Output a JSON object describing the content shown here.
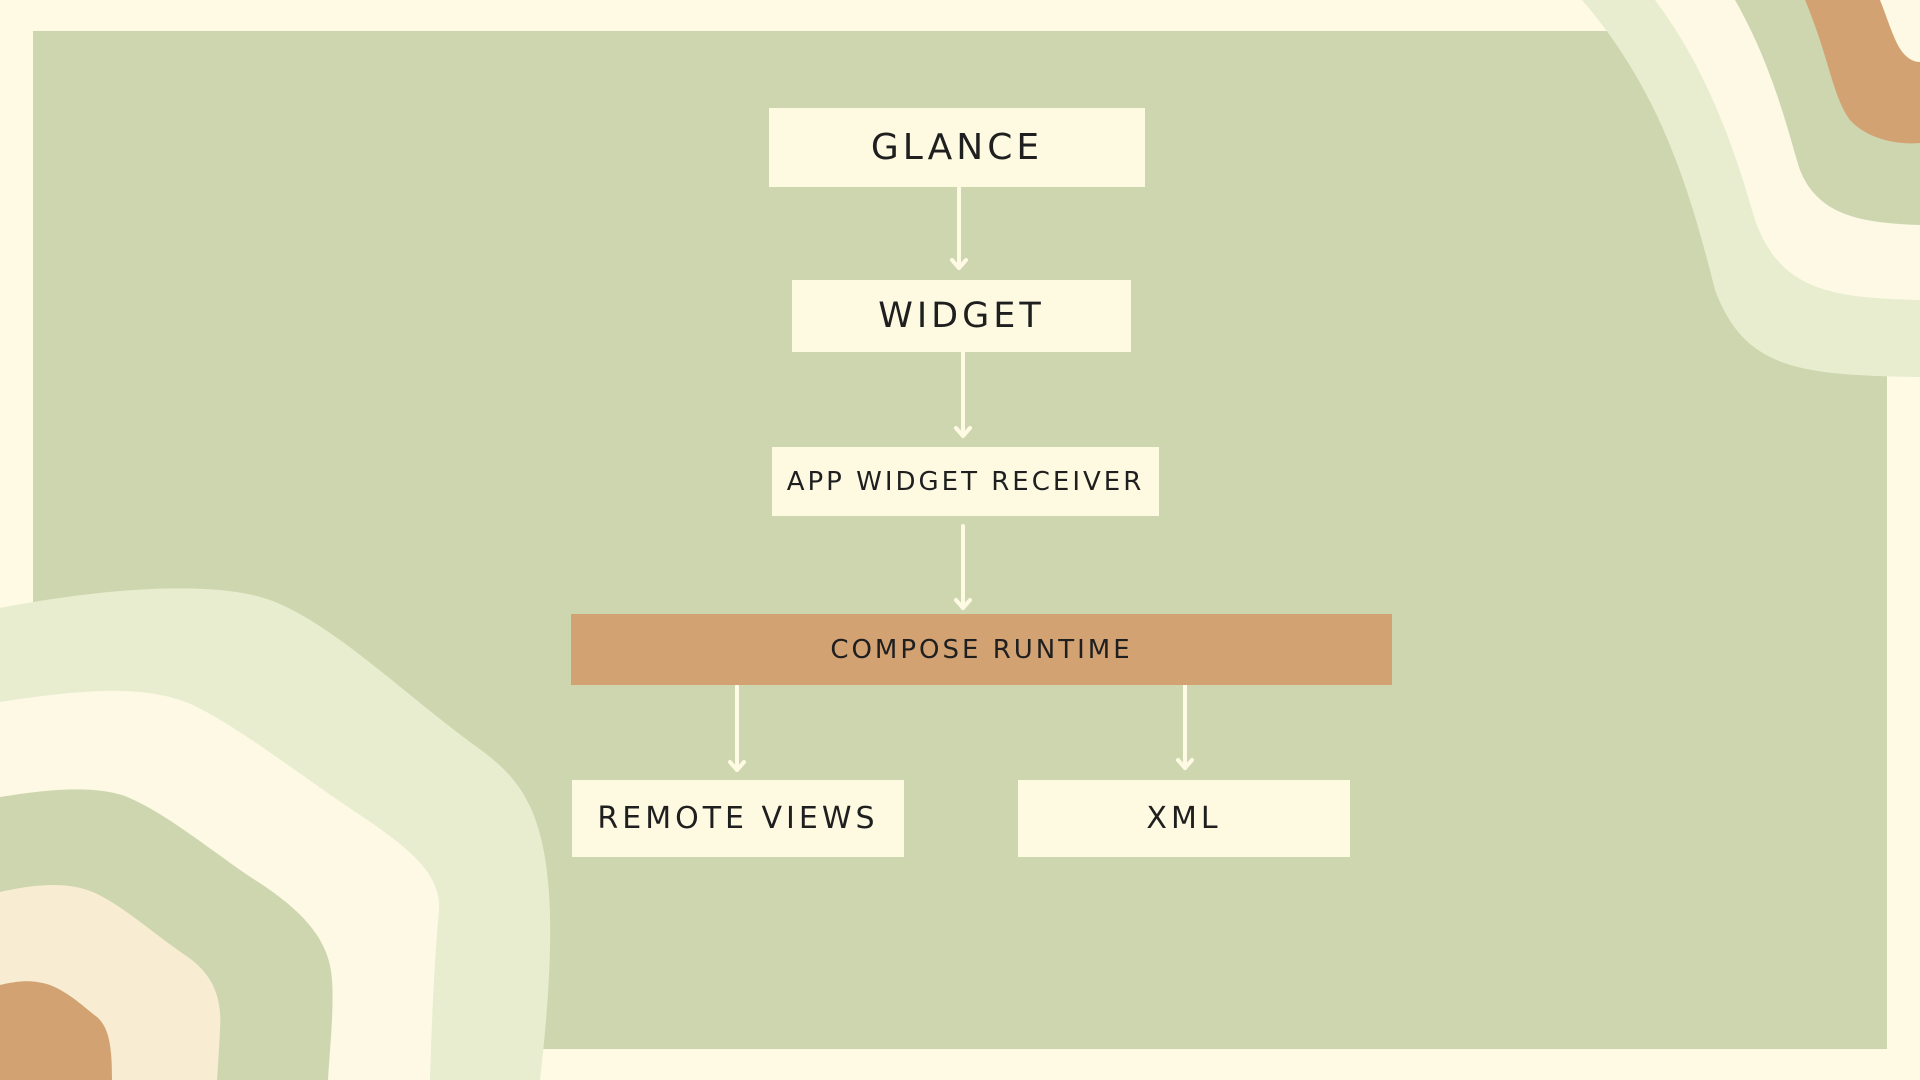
{
  "diagram": {
    "nodes": {
      "glance": "GLANCE",
      "widget": "WIDGET",
      "receiver": "APP WIDGET RECEIVER",
      "runtime": "COMPOSE RUNTIME",
      "remote_views": "REMOTE VIEWS",
      "xml": "XML"
    },
    "edges": [
      {
        "from": "GLANCE",
        "to": "WIDGET"
      },
      {
        "from": "WIDGET",
        "to": "APP WIDGET RECEIVER"
      },
      {
        "from": "APP WIDGET RECEIVER",
        "to": "COMPOSE RUNTIME"
      },
      {
        "from": "COMPOSE RUNTIME",
        "to": "REMOTE VIEWS"
      },
      {
        "from": "COMPOSE RUNTIME",
        "to": "XML"
      }
    ]
  },
  "colors": {
    "background": "#FEFAE4",
    "panel": "#CED6AF",
    "node_fill": "#FEFAE2",
    "accent": "#D3A273",
    "wave_light": "#E8EDCF",
    "wave_cream": "#FDF9E4",
    "wave_sand": "#F8EDD2",
    "arrow": "#FEFAE4",
    "text": "#1F1F1F"
  }
}
